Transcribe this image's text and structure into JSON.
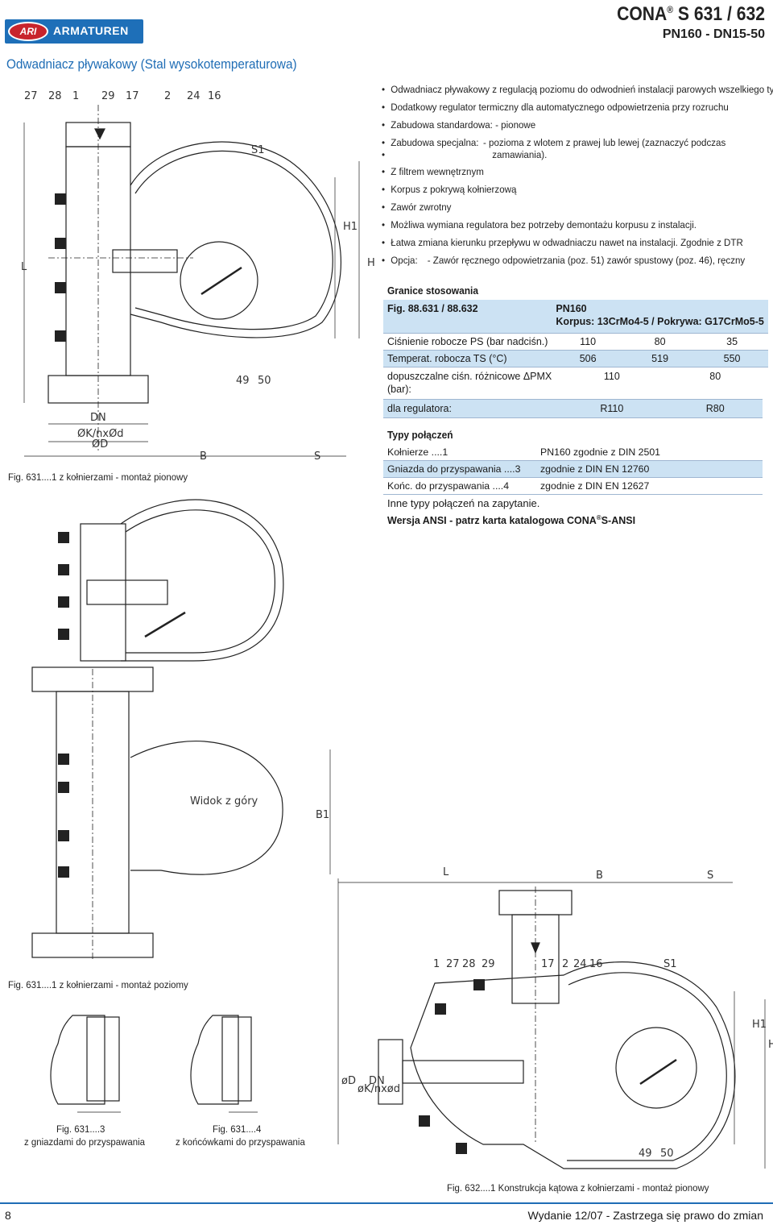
{
  "header": {
    "logo_mark": "ARI",
    "logo_text": "ARMATUREN",
    "title_main": "CONA",
    "title_reg": "®",
    "title_rest": " S 631 / 632",
    "subtitle": "PN160 - DN15-50"
  },
  "section_title": "Odwadniacz pływakowy (Stal wysokotemperaturowa)",
  "features": [
    "Odwadniacz pływakowy z regulacją poziomu do odwodnień instalacji parowych wszelkiego typu",
    "Dodatkowy regulator termiczny dla automatycznego odpowietrzenia przy rozruchu",
    "Zabudowa standardowa: - pionowe"
  ],
  "special": {
    "label": "Zabudowa specjalna:",
    "value": "- pozioma z wlotem z prawej lub lewej (zaznaczyć podczas",
    "value_cont": "zamawiania)."
  },
  "features2": [
    "Z filtrem wewnętrznym",
    "Korpus z pokrywą kołnierzową",
    "Zawór zwrotny",
    "Możliwa wymiana regulatora bez potrzeby demontażu korpusu z instalacji.",
    "Łatwa zmiana kierunku przepływu w odwadniaczu nawet na instalacji. Zgodnie z DTR"
  ],
  "option": {
    "label": "Opcja:",
    "value": "- Zawór ręcznego odpowietrzania (poz. 51) zawór spustowy (poz. 46), ręczny"
  },
  "limits": {
    "heading": "Granice stosowania",
    "fig": "Fig. 88.631 / 88.632",
    "pn": "PN160",
    "material": "Korpus: 13CrMo4-5 / Pokrywa: G17CrMo5-5",
    "rows": [
      {
        "label": "Ciśnienie robocze PS (bar nadciśn.)",
        "v1": "110",
        "v2": "80",
        "v3": "35"
      },
      {
        "label": "Temperat. robocza TS (°C)",
        "v1": "506",
        "v2": "519",
        "v3": "550"
      }
    ]
  },
  "dpmx": {
    "label": "dopuszczalne ciśn. różnicowe ΔPMX",
    "label2": "(bar):",
    "v1": "110",
    "v2": "80",
    "reg_label": "dla regulatora:",
    "r1": "R110",
    "r2": "R80"
  },
  "connections": {
    "heading": "Typy połączeń",
    "rows": [
      {
        "name": "Kołnierze ....1",
        "std": "PN160 zgodnie z DIN 2501"
      },
      {
        "name": "Gniazda do przyspawania ....3",
        "std": "zgodnie z DIN EN 12760"
      },
      {
        "name": "Końc. do przyspawania ....4",
        "std": "zgodnie z DIN EN 12627"
      }
    ],
    "other": "Inne typy połączeń na zapytanie.",
    "ansi": "Wersja ANSI - patrz karta katalogowa CONA",
    "ansi_reg": "®",
    "ansi_rest": "S-ANSI"
  },
  "drawing_labels": {
    "parts_top": [
      "27",
      "28",
      "1",
      "29",
      "17",
      "2",
      "24",
      "16"
    ],
    "parts_bottom": [
      "49",
      "50"
    ],
    "dims": [
      "L",
      "H",
      "H1",
      "S1",
      "DN",
      "ØK/nxØd",
      "ØD",
      "B",
      "S",
      "B1"
    ],
    "top_view": "Widok z góry",
    "parts_632": [
      "1",
      "27",
      "28",
      "29",
      "17",
      "2",
      "24",
      "16"
    ],
    "dims_632": [
      "L",
      "B",
      "S",
      "S1",
      "H1",
      "H",
      "øD",
      "øK/nxød",
      "DN",
      "49",
      "50"
    ]
  },
  "captions": {
    "fig1": "Fig. 631....1 z kołnierzami - montaż pionowy",
    "fig2": "Fig. 631....1 z kołnierzami - montaż poziomy",
    "fig3_a": "Fig. 631....3",
    "fig3_b": "z gniazdami do przyspawania",
    "fig4_a": "Fig. 631....4",
    "fig4_b": "z końcówkami do przyspawania",
    "fig632": "Fig. 632....1 Konstrukcja kątowa z kołnierzami - montaż pionowy"
  },
  "footer": {
    "page": "8",
    "text": "Wydanie 12/07 - Zastrzega się prawo do zmian"
  }
}
